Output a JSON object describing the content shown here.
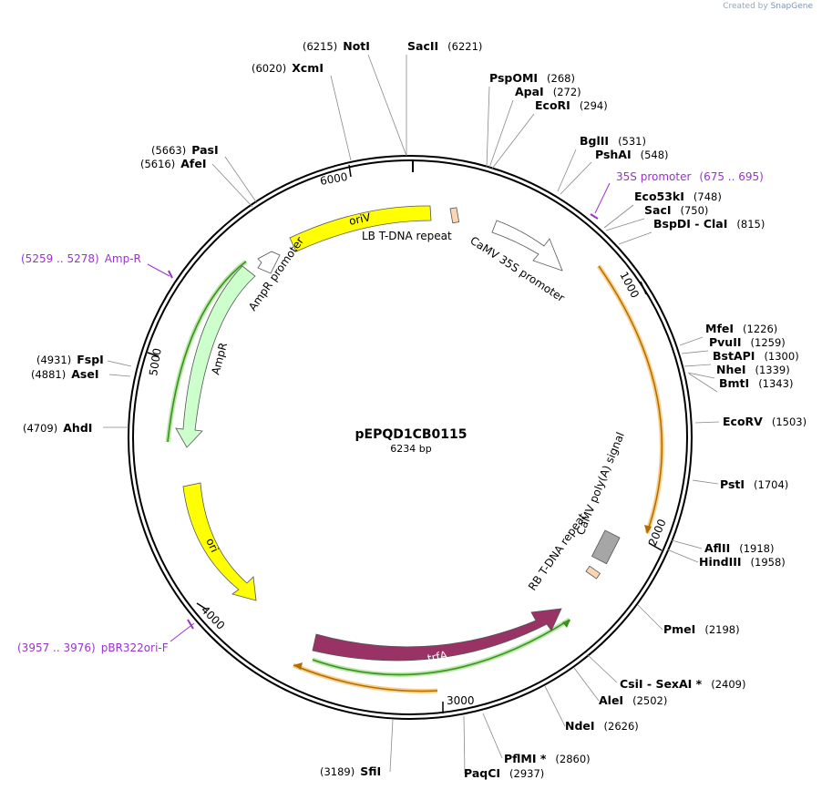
{
  "branding": {
    "prefix": "Created by",
    "product": "SnapGene"
  },
  "plasmid": {
    "name": "pEPQD1CB0115",
    "size_label": "6234 bp",
    "length": 6234
  },
  "ticks": [
    {
      "label": "1000",
      "pos": 1000
    },
    {
      "label": "2000",
      "pos": 2000
    },
    {
      "label": "3000",
      "pos": 3000
    },
    {
      "label": "4000",
      "pos": 4000
    },
    {
      "label": "5000",
      "pos": 5000
    },
    {
      "label": "6000",
      "pos": 6000
    }
  ],
  "enzymes": [
    {
      "name": "NotI",
      "pos_label": "(6215)",
      "pos": 6215
    },
    {
      "name": "SacII",
      "pos_label": "(6221)",
      "pos": 6221
    },
    {
      "name": "XcmI",
      "pos_label": "(6020)",
      "pos": 6020
    },
    {
      "name": "PspOMI",
      "pos_label": "(268)",
      "pos": 268
    },
    {
      "name": "ApaI",
      "pos_label": "(272)",
      "pos": 272
    },
    {
      "name": "EcoRI",
      "pos_label": "(294)",
      "pos": 294
    },
    {
      "name": "BglII",
      "pos_label": "(531)",
      "pos": 531
    },
    {
      "name": "PshAI",
      "pos_label": "(548)",
      "pos": 548
    },
    {
      "name": "Eco53kI",
      "pos_label": "(748)",
      "pos": 748
    },
    {
      "name": "SacI",
      "pos_label": "(750)",
      "pos": 750
    },
    {
      "name": "BspDI - ClaI",
      "pos_label": "(815)",
      "pos": 815
    },
    {
      "name": "MfeI",
      "pos_label": "(1226)",
      "pos": 1226
    },
    {
      "name": "PvuII",
      "pos_label": "(1259)",
      "pos": 1259
    },
    {
      "name": "BstAPI",
      "pos_label": "(1300)",
      "pos": 1300
    },
    {
      "name": "NheI",
      "pos_label": "(1339)",
      "pos": 1339
    },
    {
      "name": "BmtI",
      "pos_label": "(1343)",
      "pos": 1343
    },
    {
      "name": "EcoRV",
      "pos_label": "(1503)",
      "pos": 1503
    },
    {
      "name": "PstI",
      "pos_label": "(1704)",
      "pos": 1704
    },
    {
      "name": "AflII",
      "pos_label": "(1918)",
      "pos": 1918
    },
    {
      "name": "HindIII",
      "pos_label": "(1958)",
      "pos": 1958
    },
    {
      "name": "PmeI",
      "pos_label": "(2198)",
      "pos": 2198
    },
    {
      "name": "CsiI - SexAI *",
      "pos_label": "(2409)",
      "pos": 2409
    },
    {
      "name": "AleI",
      "pos_label": "(2502)",
      "pos": 2502
    },
    {
      "name": "NdeI",
      "pos_label": "(2626)",
      "pos": 2626
    },
    {
      "name": "PflMI *",
      "pos_label": "(2860)",
      "pos": 2860
    },
    {
      "name": "PaqCI",
      "pos_label": "(2937)",
      "pos": 2937
    },
    {
      "name": "SfiI",
      "pos_label": "(3189)",
      "pos": 3189
    },
    {
      "name": "AhdI",
      "pos_label": "(4709)",
      "pos": 4709
    },
    {
      "name": "AseI",
      "pos_label": "(4881)",
      "pos": 4881
    },
    {
      "name": "FspI",
      "pos_label": "(4931)",
      "pos": 4931
    },
    {
      "name": "AfeI",
      "pos_label": "(5616)",
      "pos": 5616
    },
    {
      "name": "PasI",
      "pos_label": "(5663)",
      "pos": 5663
    }
  ],
  "primers": [
    {
      "name": "35S promoter",
      "range": "(675 .. 695)"
    },
    {
      "name": "Amp-R",
      "range": "(5259 .. 5278)"
    },
    {
      "name": "pBR322ori-F",
      "range": "(3957 .. 3976)"
    }
  ],
  "features": [
    {
      "label": "oriV",
      "color": "#ffff00"
    },
    {
      "label": "LB T-DNA repeat",
      "color": "#fcd5b4"
    },
    {
      "label": "CaMV 35S promoter",
      "color": "#ffffff"
    },
    {
      "label": "AmpR promoter",
      "color": "#ffffff"
    },
    {
      "label": "AmpR",
      "color": "#ccffcc"
    },
    {
      "label": "ori",
      "color": "#ffff00"
    },
    {
      "label": "trfA",
      "color": "#993366"
    },
    {
      "label": "RB T-DNA repeat",
      "color": "#fcd5b4"
    },
    {
      "label": "CaMV poly(A) signal",
      "color": "#a6a6a6"
    }
  ],
  "colors": {
    "orf_orange": "#f5b041",
    "orf_green": "#66cc33",
    "primer": "#9933cc"
  }
}
